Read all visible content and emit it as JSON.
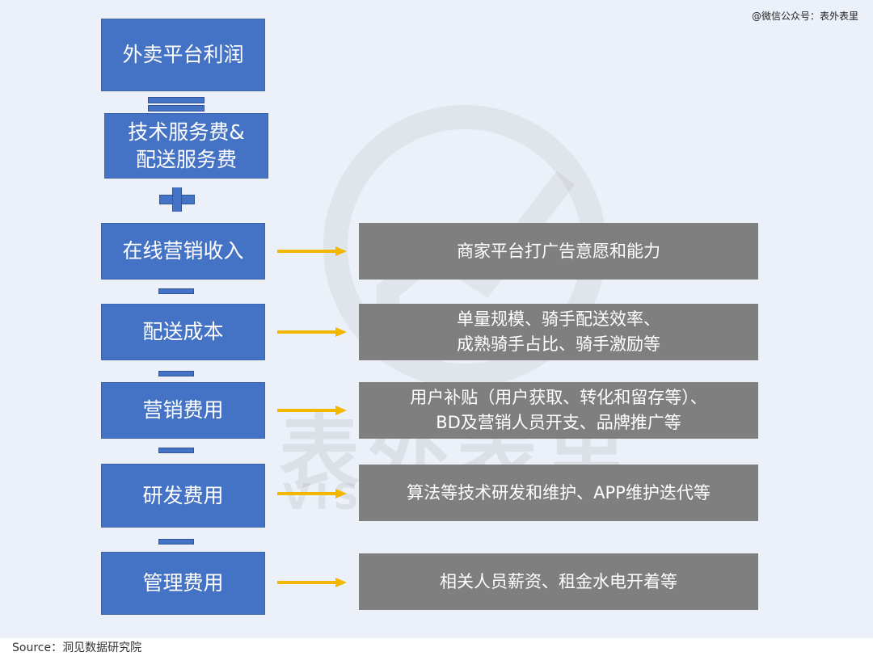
{
  "watermark_top": "@微信公众号：表外表里",
  "watermark_logo": "表外表里 VISION FINANCE",
  "left_boxes": [
    "外卖平台利润",
    "技术服务费&",
    "配送服务费",
    "在线营销收入",
    "配送成本",
    "营销费用",
    "研发费用",
    "管理费用"
  ],
  "right_boxes": [
    [
      "商家平台打广告意愿和能力"
    ],
    [
      "单量规模、骑手配送效率、",
      "成熟骑手占比、骑手激励等"
    ],
    [
      "用户补贴（用户获取、转化和留存等）、",
      "BD及营销人员开支、品牌推广等"
    ],
    [
      "算法等技术研发和维护、APP维护迭代等"
    ],
    [
      "相关人员薪资、租金水电开着等"
    ]
  ],
  "source": "Source：洞见数据研究院",
  "colors": {
    "blue": "#4472c4",
    "gray": "#7f7f7f",
    "arrow": "#f2b800",
    "bg": "#ecf1f9"
  }
}
